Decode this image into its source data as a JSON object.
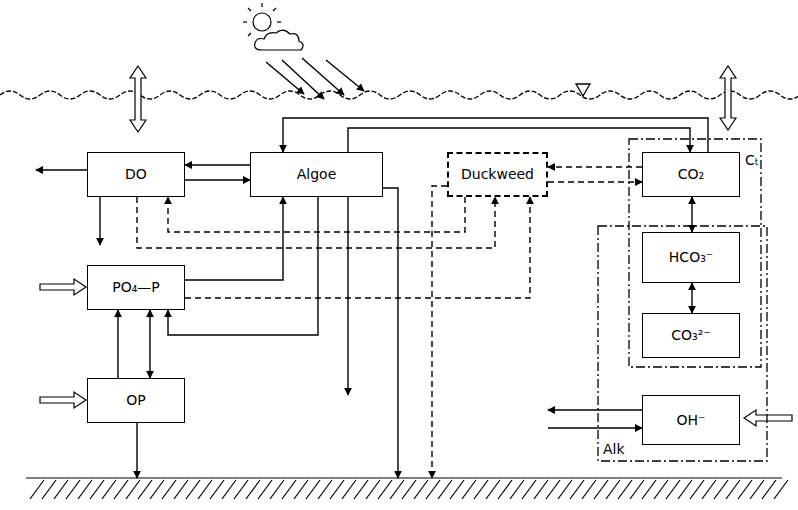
{
  "diagram": {
    "nodes": [
      {
        "text": [
          "DO"
        ]
      },
      {
        "text": [
          "Algoe"
        ]
      },
      {
        "text": [
          "Duckweed"
        ]
      },
      {
        "text": [
          "Cₜ"
        ]
      },
      {
        "text": [
          "CO₂"
        ],
        "in": 3
      },
      {
        "text": [
          "HCO₃⁻"
        ],
        "in": 3
      },
      {
        "text": [
          "CO₃²⁻"
        ],
        "in": 3
      },
      {
        "text": [
          "PO₄—P"
        ]
      },
      {
        "text": [
          "Alk"
        ]
      },
      {
        "text": [
          "OH⁻"
        ],
        "in": 8
      },
      {
        "text": [
          "OP"
        ]
      }
    ],
    "edges": [
      {
        "from": 1,
        "to": 0,
        "arrow": "to"
      },
      {
        "from": 0,
        "to": 1,
        "arrow": "to"
      },
      {
        "from": 4,
        "to": 1,
        "arrow": "to"
      },
      {
        "from": 1,
        "to": 4,
        "arrow": "to"
      },
      {
        "from": 4,
        "to": 2,
        "arrow": "to"
      },
      {
        "from": 2,
        "to": 4,
        "arrow": "to"
      },
      {
        "from": 2,
        "to": 0,
        "arrow": "to"
      },
      {
        "from": 0,
        "to": 2,
        "arrow": "to"
      },
      {
        "from": 7,
        "to": 1,
        "arrow": "to"
      },
      {
        "from": 7,
        "to": 2,
        "arrow": "to"
      },
      {
        "from": 10,
        "to": 7,
        "arrow": "to"
      },
      {
        "from": 7,
        "to": 10,
        "arrow": "both"
      },
      {
        "from": 1,
        "to": 7,
        "arrow": "to"
      },
      {
        "from": 4,
        "to": 5,
        "arrow": "both"
      },
      {
        "from": 5,
        "to": 6,
        "arrow": "both"
      }
    ]
  }
}
